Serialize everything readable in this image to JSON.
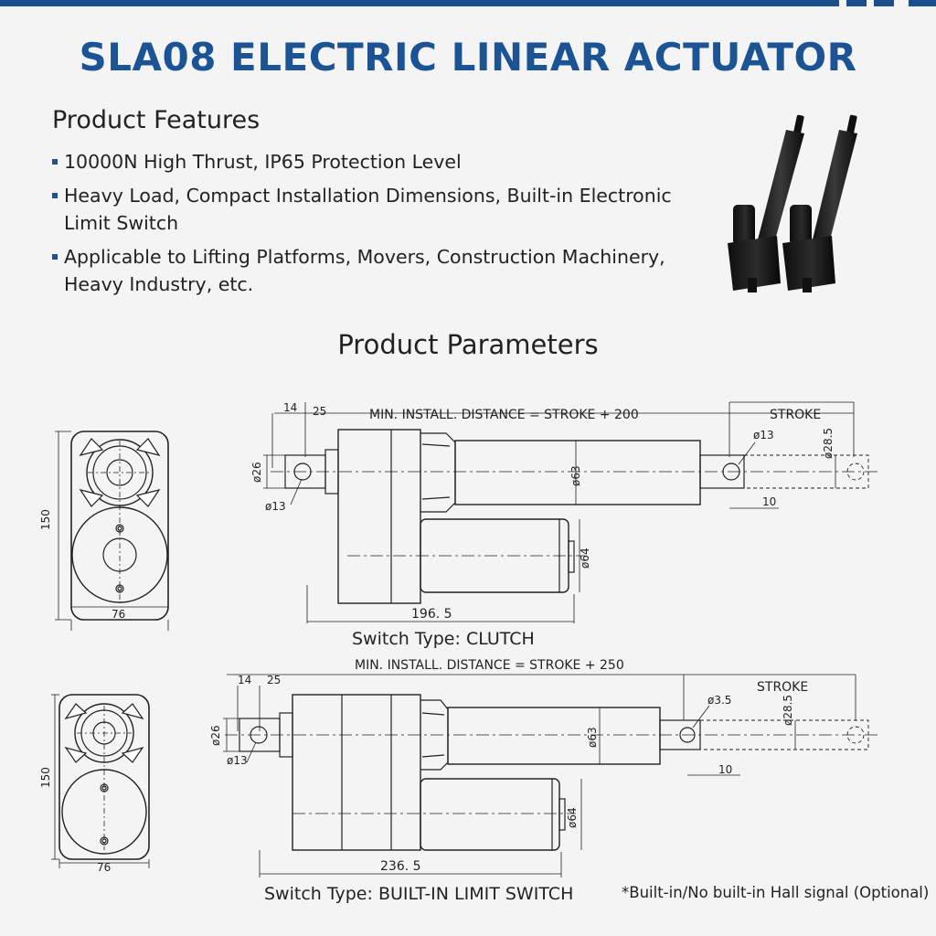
{
  "title": "SLA08 ELECTRIC LINEAR ACTUATOR",
  "features": {
    "heading": "Product Features",
    "items": [
      "10000N High Thrust, IP65 Protection Level",
      "Heavy Load, Compact Installation Dimensions, Built-in Electronic Limit Switch",
      "Applicable to Lifting Platforms, Movers, Construction Machinery, Heavy Industry, etc."
    ]
  },
  "parameters": {
    "heading": "Product Parameters",
    "clutch": {
      "min_install": "MIN. INSTALL. DISTANCE = STROKE + 200",
      "stroke": "STROKE",
      "d14": "14",
      "d25": "25",
      "d26": "ø26",
      "d13_left": "ø13",
      "d63": "ø63",
      "d64": "ø64",
      "d13_right": "ø13",
      "d28_5": "ø28.5",
      "d10": "10",
      "length": "196. 5",
      "end_height": "150",
      "end_width": "76",
      "caption": "Switch Type: CLUTCH"
    },
    "limit_switch": {
      "min_install": "MIN. INSTALL. DISTANCE = STROKE + 250",
      "stroke": "STROKE",
      "d14": "14",
      "d25": "25",
      "d26": "ø26",
      "d13_left": "ø13",
      "d63": "ø63",
      "d64": "ø64",
      "d3_5": "ø3.5",
      "d28_5": "ø28.5",
      "d10": "10",
      "length": "236. 5",
      "end_height": "150",
      "end_width": "76",
      "caption": "Switch Type: BUILT-IN LIMIT SWITCH"
    },
    "note": "*Built-in/No built-in Hall signal (Optional)"
  },
  "colors": {
    "brand": "#1b5394",
    "bar": "#1b4f8c"
  }
}
